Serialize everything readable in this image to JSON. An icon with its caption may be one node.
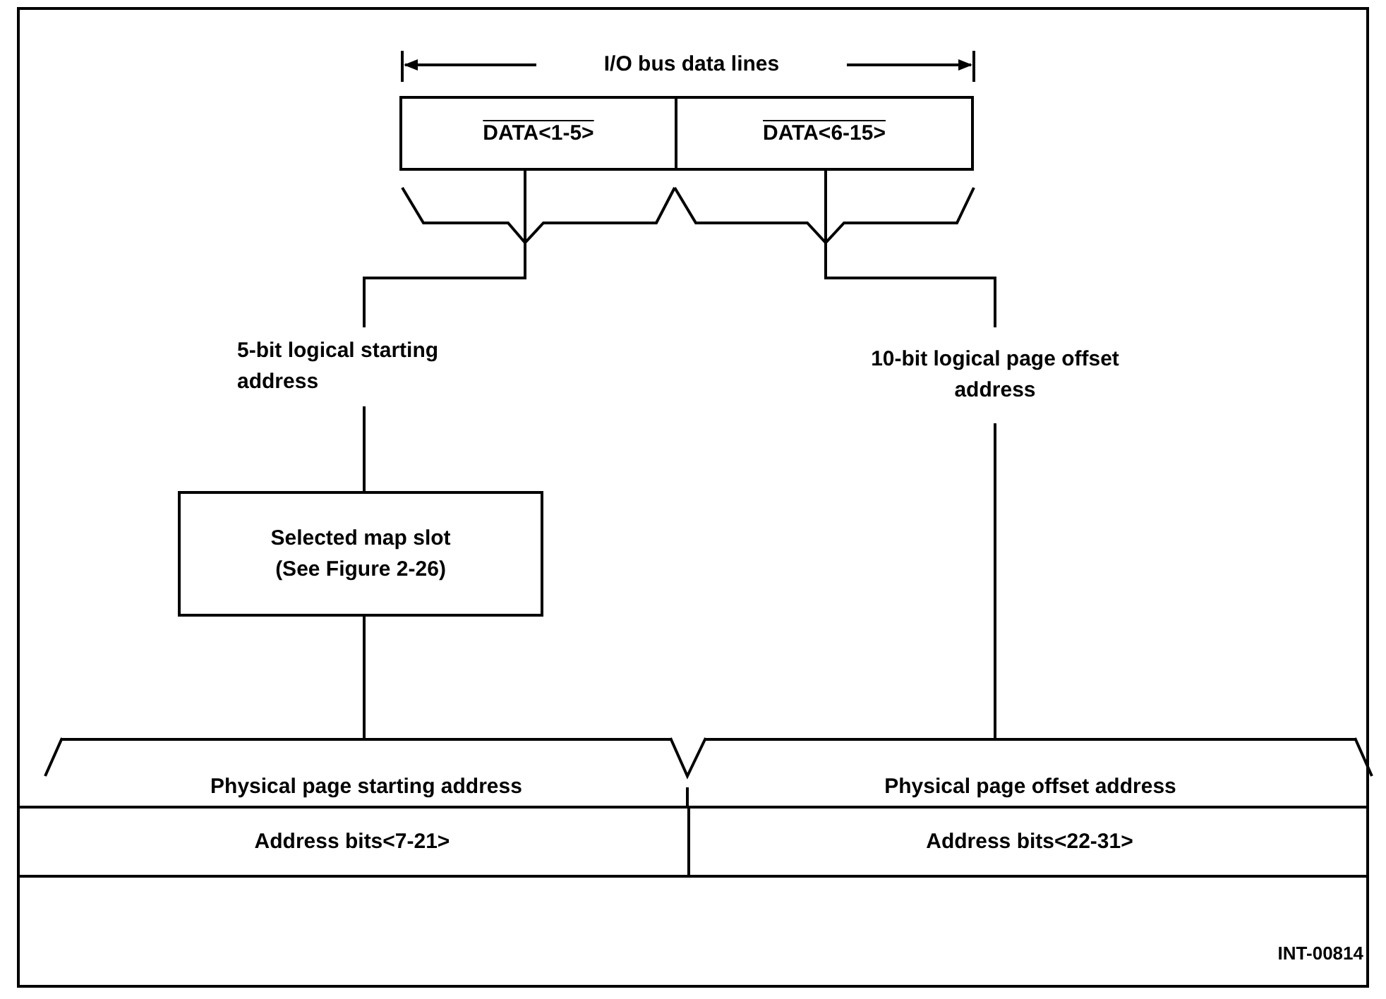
{
  "diagram": {
    "nodes": [
      {
        "text": [
          "DATA<1-5>"
        ]
      },
      {
        "text": [
          "DATA<6-15>"
        ]
      },
      {
        "text": [
          "5-bit logical starting address"
        ]
      },
      {
        "text": [
          "10-bit logical page offset address"
        ]
      },
      {
        "text": [
          "Selected map slot (See Figure 2-26)"
        ]
      },
      {
        "text": [
          "Physical page starting address"
        ]
      },
      {
        "text": [
          "Physical page offset address"
        ]
      },
      {
        "text": [
          "Address bits<7-21>"
        ]
      },
      {
        "text": [
          "Address bits<22-31>"
        ]
      }
    ],
    "edges": [
      {
        "from": 0,
        "to": 2,
        "arrow": "none"
      },
      {
        "from": 1,
        "to": 3,
        "arrow": "none"
      },
      {
        "from": 2,
        "to": 4,
        "arrow": "none"
      },
      {
        "from": 4,
        "to": 5,
        "arrow": "none"
      },
      {
        "from": 3,
        "to": 6,
        "arrow": "none"
      }
    ],
    "labels": [
      "I/O bus data lines",
      "INT-00814"
    ]
  }
}
